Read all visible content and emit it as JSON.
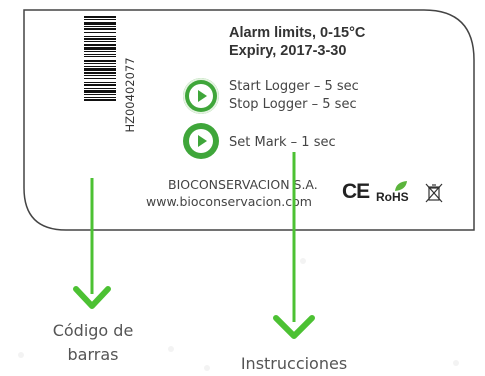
{
  "label": {
    "serial": "HZ00402077",
    "alarm_limits": "Alarm limits, 0-15°C",
    "expiry": "Expiry, 2017-3-30",
    "start_logger": "Start Logger – 5 sec",
    "stop_logger": "Stop Logger – 5 sec",
    "set_mark": "Set Mark – 1 sec",
    "company": "BIOCONSERVACION S.A.",
    "website": "www.bioconservacion.com",
    "ce_mark": "CE",
    "rohs_mark": "RoHS"
  },
  "callouts": {
    "barcode_caption_line1": "Código de",
    "barcode_caption_line2": "barras",
    "instructions_caption": "Instrucciones"
  },
  "colors": {
    "button_green": "#3fa63a",
    "arrow_green": "#4cc133",
    "label_border": "#444444",
    "rohs_leaf": "#5bb43c"
  },
  "icons": [
    "barcode-icon",
    "play-icon",
    "ce-mark-icon",
    "rohs-icon",
    "weee-bin-icon",
    "arrow-down-icon"
  ]
}
